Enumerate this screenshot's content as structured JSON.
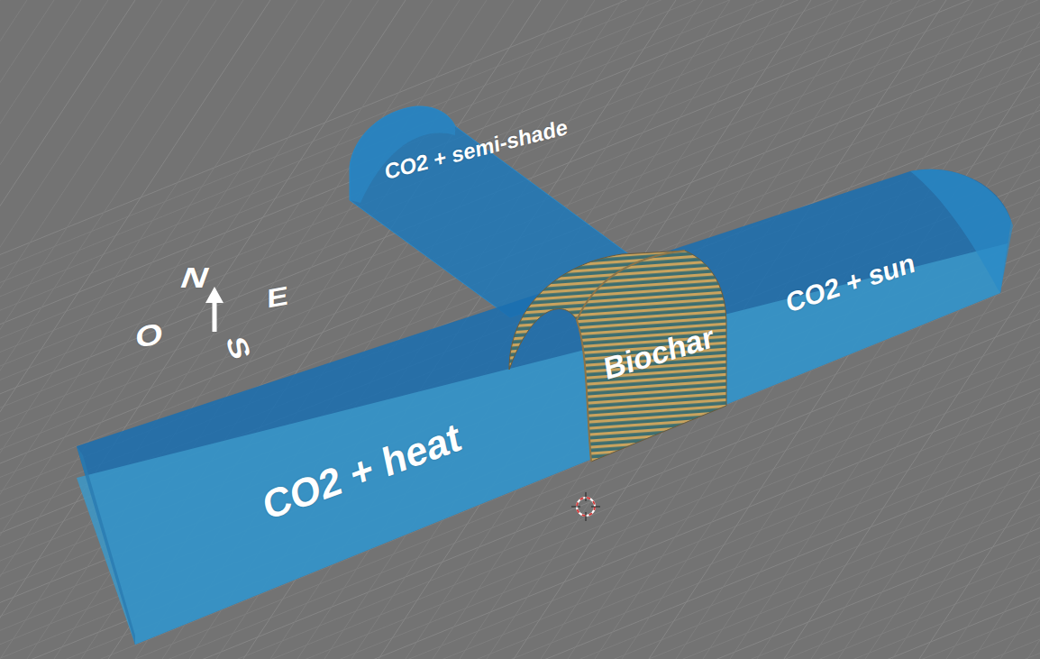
{
  "diagram": {
    "nodes": [
      {
        "text": [
          "CO2 + semi-shade"
        ]
      },
      {
        "text": [
          "CO2 + sun"
        ]
      },
      {
        "text": [
          "Biochar"
        ]
      },
      {
        "text": [
          "CO2 + heat"
        ]
      }
    ],
    "labels": [
      "N",
      "E",
      "O",
      "S"
    ]
  }
}
